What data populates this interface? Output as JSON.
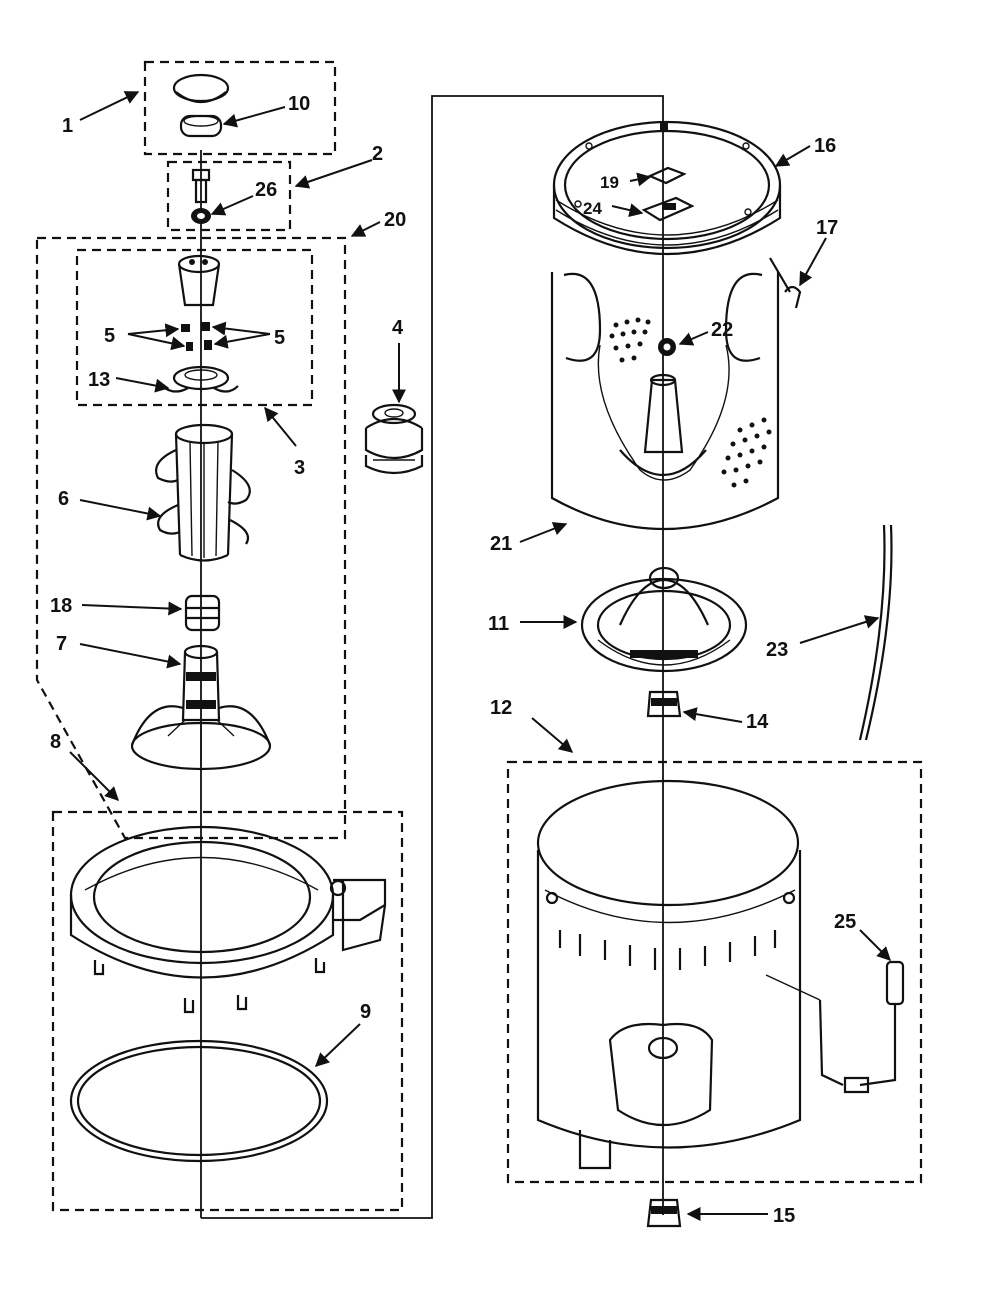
{
  "diagram": {
    "callouts": [
      "1",
      "2",
      "3",
      "4",
      "5",
      "5",
      "6",
      "7",
      "8",
      "9",
      "10",
      "11",
      "12",
      "13",
      "14",
      "15",
      "16",
      "17",
      "18",
      "19",
      "20",
      "21",
      "22",
      "23",
      "24",
      "25",
      "26"
    ]
  }
}
